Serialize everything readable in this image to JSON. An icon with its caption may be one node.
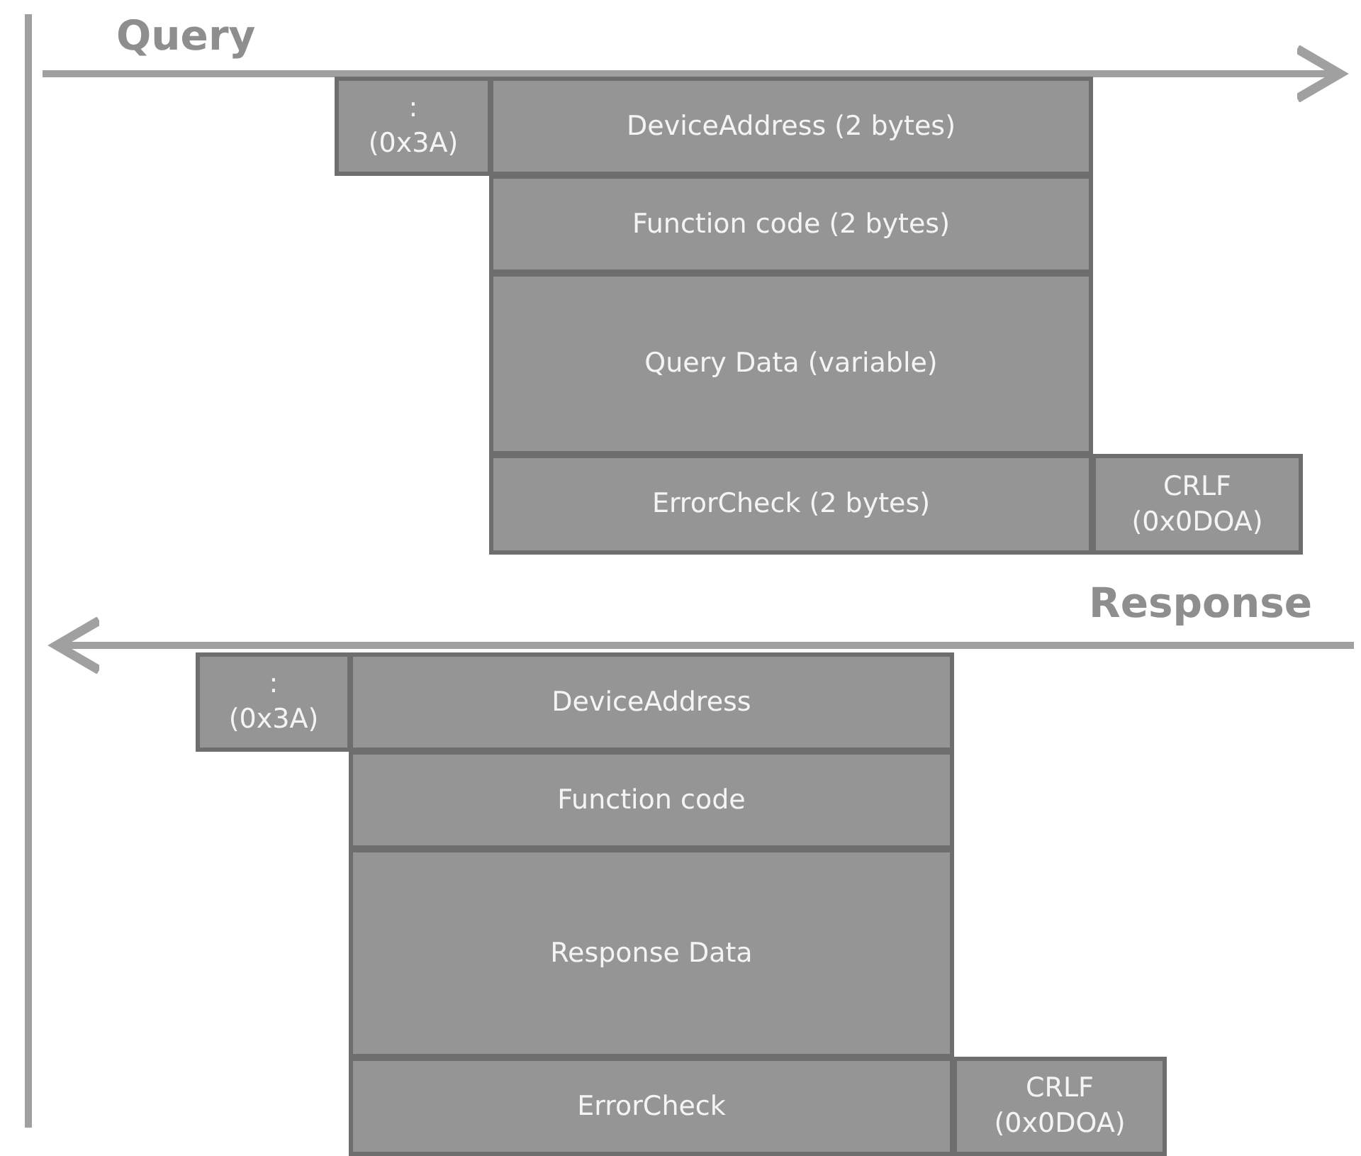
{
  "diagram": {
    "nodes": [
      {
        "text": [
          ": (0x3A)"
        ]
      },
      {
        "text": [
          "DeviceAddress (2 bytes)"
        ]
      },
      {
        "text": [
          "Function code (2 bytes)"
        ]
      },
      {
        "text": [
          "Query Data (variable)"
        ]
      },
      {
        "text": [
          "ErrorCheck (2 bytes)"
        ]
      },
      {
        "text": [
          "CRLF (0x0DOA)"
        ]
      },
      {
        "text": [
          ": (0x3A)"
        ]
      },
      {
        "text": [
          "DeviceAddress"
        ]
      },
      {
        "text": [
          "Function code"
        ]
      },
      {
        "text": [
          "Response Data"
        ]
      },
      {
        "text": [
          "ErrorCheck"
        ]
      },
      {
        "text": [
          "CRLF (0x0DOA)"
        ]
      }
    ],
    "labels": [
      "Query",
      "Response"
    ]
  }
}
